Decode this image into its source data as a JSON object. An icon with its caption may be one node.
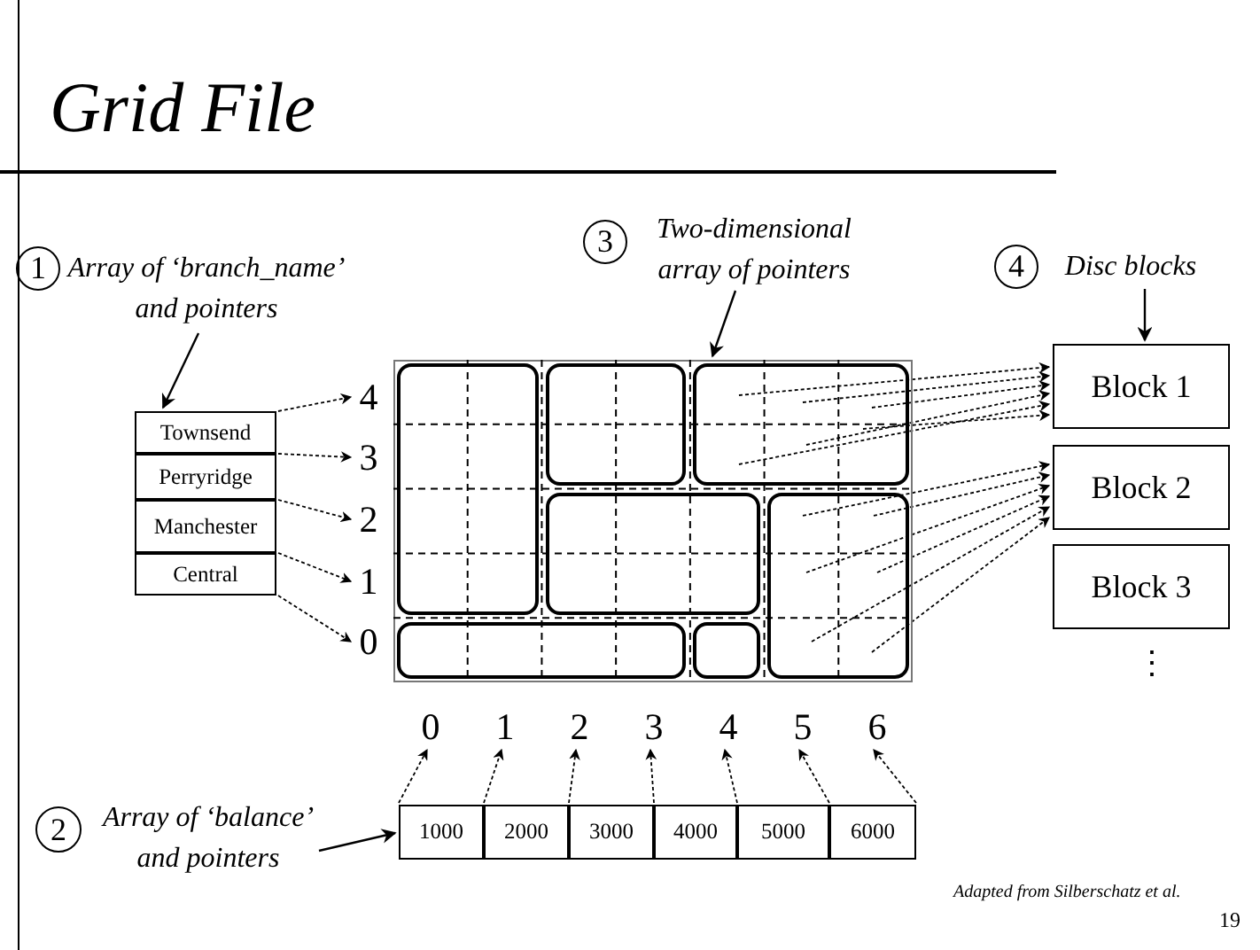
{
  "diagram": {
    "title": "Grid File",
    "nodes": [
      {
        "text": [
          "1"
        ]
      },
      {
        "text": [
          "Array of ‘branch_name’ and pointers"
        ]
      },
      {
        "text": [],
        "shape": "box"
      },
      {
        "text": [
          "Townsend"
        ],
        "in": 2
      },
      {
        "text": [
          "Perryridge"
        ],
        "in": 2
      },
      {
        "text": [
          "Manchester"
        ],
        "in": 2
      },
      {
        "text": [
          "Central"
        ],
        "in": 2
      },
      {
        "text": [
          "4"
        ]
      },
      {
        "text": [
          "3"
        ]
      },
      {
        "text": [
          "2"
        ]
      },
      {
        "text": [
          "1"
        ]
      },
      {
        "text": [
          "0"
        ]
      },
      {
        "text": [
          "3"
        ]
      },
      {
        "text": [
          "Two-dimensional array of pointers"
        ]
      },
      {
        "text": [],
        "shape": "box"
      },
      {
        "text": [],
        "shape": "box",
        "in": 14
      },
      {
        "text": [],
        "shape": "box",
        "in": 14
      },
      {
        "text": [],
        "shape": "box",
        "in": 14
      },
      {
        "text": [],
        "shape": "box",
        "in": 14
      },
      {
        "text": [],
        "shape": "box",
        "in": 14
      },
      {
        "text": [],
        "shape": "box",
        "in": 14
      },
      {
        "text": [],
        "shape": "box",
        "in": 14
      },
      {
        "text": [
          "4"
        ]
      },
      {
        "text": [
          "Disc blocks"
        ]
      },
      {
        "text": [
          "Block 1"
        ]
      },
      {
        "text": [
          "Block 2"
        ]
      },
      {
        "text": [
          "Block 3"
        ],
        "beside": [
          "⋮"
        ]
      },
      {
        "text": [
          "0"
        ]
      },
      {
        "text": [
          "1"
        ]
      },
      {
        "text": [
          "2"
        ]
      },
      {
        "text": [
          "3"
        ]
      },
      {
        "text": [
          "4"
        ]
      },
      {
        "text": [
          "5"
        ]
      },
      {
        "text": [
          "6"
        ]
      },
      {
        "text": [
          "2"
        ]
      },
      {
        "text": [
          "Array of ‘balance’ and pointers"
        ]
      },
      {
        "text": [],
        "shape": "box"
      },
      {
        "text": [
          "1000"
        ],
        "in": 36
      },
      {
        "text": [
          "2000"
        ],
        "in": 36
      },
      {
        "text": [
          "3000"
        ],
        "in": 36
      },
      {
        "text": [
          "4000"
        ],
        "in": 36
      },
      {
        "text": [
          "5000"
        ],
        "in": 36
      },
      {
        "text": [
          "6000"
        ],
        "in": 36
      }
    ],
    "edges": [
      {
        "from": 1,
        "to": 2,
        "arrow": "to"
      },
      {
        "from": 3,
        "to": 7,
        "arrow": "to",
        "style": "dashed"
      },
      {
        "from": 4,
        "to": 8,
        "arrow": "to",
        "style": "dashed"
      },
      {
        "from": 5,
        "to": 9,
        "arrow": "to",
        "style": "dashed"
      },
      {
        "from": 6,
        "to": 10,
        "arrow": "to",
        "style": "dashed"
      },
      {
        "from": 6,
        "to": 11,
        "arrow": "to",
        "style": "dashed"
      },
      {
        "from": 13,
        "to": 14,
        "arrow": "to"
      },
      {
        "from": 17,
        "to": 24,
        "arrow": "to",
        "style": "dashed"
      },
      {
        "from": 17,
        "to": 24,
        "arrow": "to",
        "style": "dashed"
      },
      {
        "from": 17,
        "to": 24,
        "arrow": "to",
        "style": "dashed"
      },
      {
        "from": 17,
        "to": 24,
        "arrow": "to",
        "style": "dashed"
      },
      {
        "from": 17,
        "to": 24,
        "arrow": "to",
        "style": "dashed"
      },
      {
        "from": 17,
        "to": 24,
        "arrow": "to",
        "style": "dashed"
      },
      {
        "from": 19,
        "to": 25,
        "arrow": "to",
        "style": "dashed"
      },
      {
        "from": 19,
        "to": 25,
        "arrow": "to",
        "style": "dashed"
      },
      {
        "from": 19,
        "to": 25,
        "arrow": "to",
        "style": "dashed"
      },
      {
        "from": 19,
        "to": 25,
        "arrow": "to",
        "style": "dashed"
      },
      {
        "from": 19,
        "to": 25,
        "arrow": "to",
        "style": "dashed"
      },
      {
        "from": 19,
        "to": 25,
        "arrow": "to",
        "style": "dashed"
      },
      {
        "from": 23,
        "to": 24,
        "arrow": "to"
      },
      {
        "from": 37,
        "to": 27,
        "arrow": "to",
        "style": "dashed"
      },
      {
        "from": 38,
        "to": 28,
        "arrow": "to",
        "style": "dashed"
      },
      {
        "from": 39,
        "to": 29,
        "arrow": "to",
        "style": "dashed"
      },
      {
        "from": 40,
        "to": 30,
        "arrow": "to",
        "style": "dashed"
      },
      {
        "from": 41,
        "to": 31,
        "arrow": "to",
        "style": "dashed"
      },
      {
        "from": 42,
        "to": 32,
        "arrow": "to",
        "style": "dashed"
      },
      {
        "from": 42,
        "to": 33,
        "arrow": "to",
        "style": "dashed"
      },
      {
        "from": 35,
        "to": 36,
        "arrow": "to"
      }
    ],
    "labels": [
      "Adapted from Silberschatz et al.",
      "19"
    ]
  }
}
